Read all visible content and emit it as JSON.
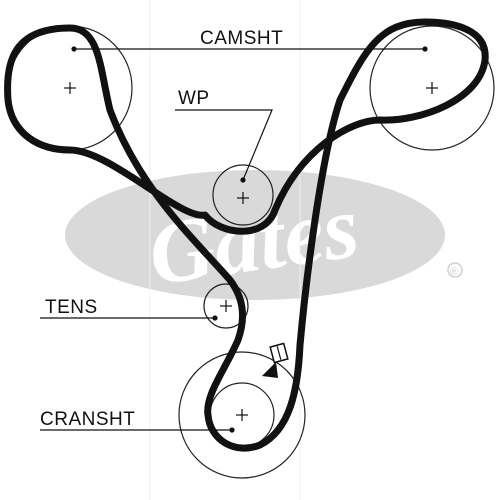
{
  "labels": {
    "camshaft": "CAMSHT",
    "water_pump": "WP",
    "tensioner": "TENS",
    "crankshaft": "CRANSHT"
  },
  "watermark": {
    "brand": "Gates",
    "registered_mark": "®"
  },
  "colors": {
    "belt": "#111111",
    "pulley_line": "#222222",
    "watermark": "#d9d9d9",
    "background": "#ffffff"
  }
}
